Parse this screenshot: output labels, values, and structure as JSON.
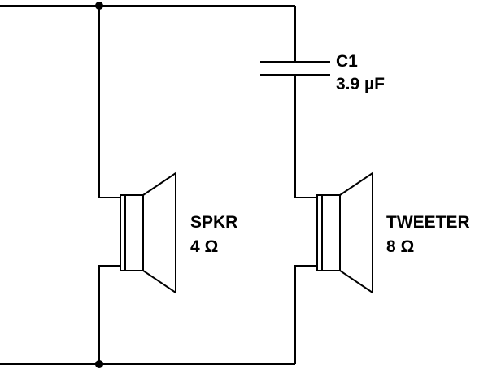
{
  "schematic": {
    "capacitor": {
      "ref": "C1",
      "value": "3.9 µF"
    },
    "speaker": {
      "ref": "SPKR",
      "value": "4 Ω"
    },
    "tweeter": {
      "ref": "TWEETER",
      "value": "8 Ω"
    }
  },
  "colors": {
    "ink": "#000000",
    "background": "#ffffff"
  }
}
